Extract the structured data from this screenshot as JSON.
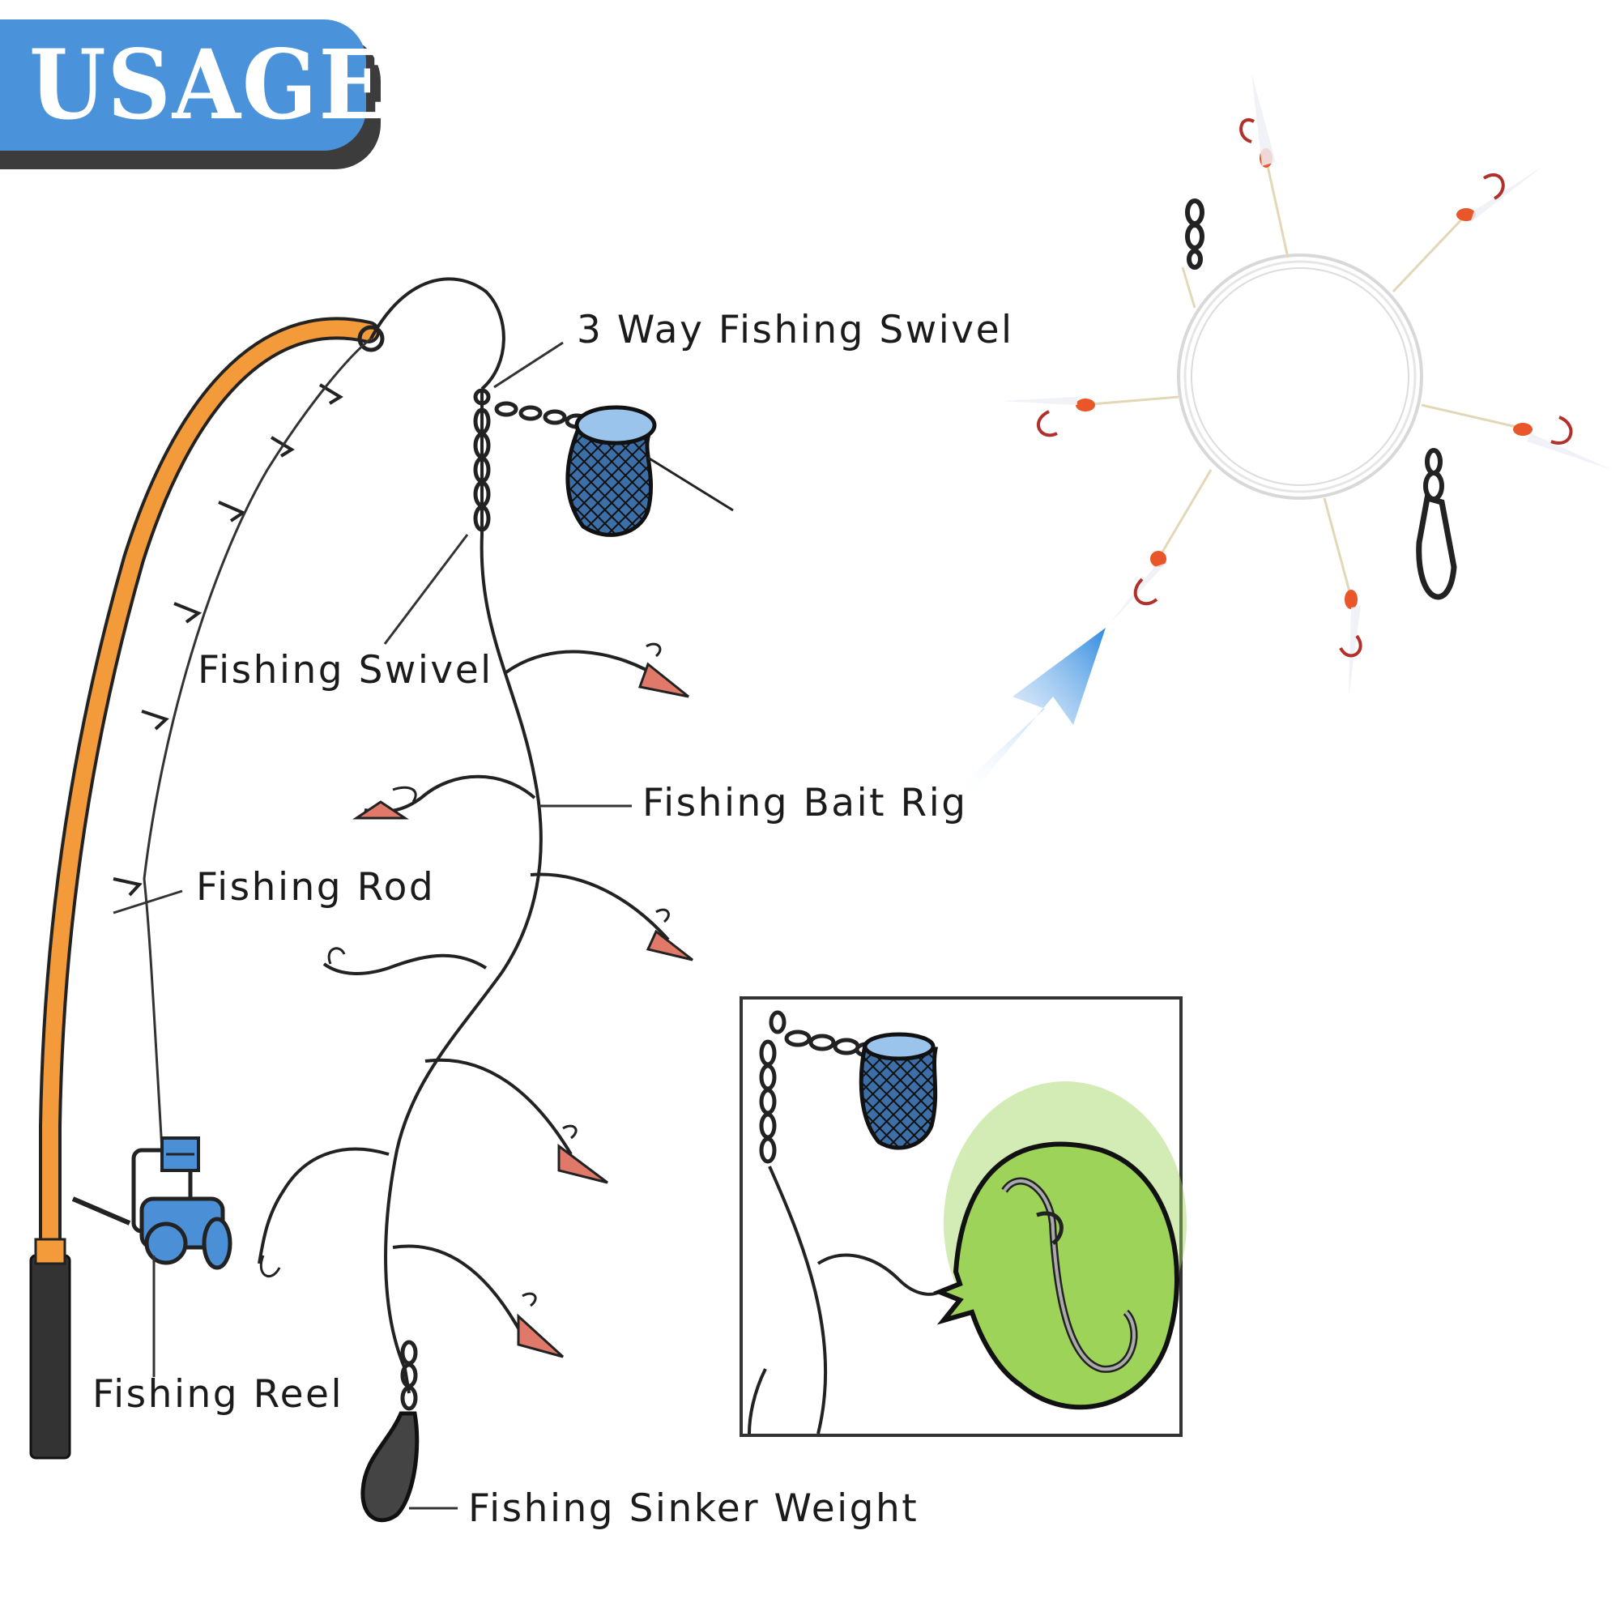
{
  "banner": {
    "title": "USAGE",
    "color": "#4a93db"
  },
  "labels": {
    "three_way_swivel": "3 Way Fishing Swivel",
    "fishing_swivel": "Fishing Swivel",
    "bait_rig": "Fishing Bait Rig",
    "fishing_rod": "Fishing Rod",
    "fishing_reel": "Fishing Reel",
    "sinker_weight": "Fishing Sinker Weight"
  },
  "colors": {
    "rod": "#f39a3a",
    "reel": "#4b8fd6",
    "bait_tip": "#e0796a",
    "highlight": "#9ed35a",
    "bead": "#e8562a"
  },
  "icons": [
    "fishing-rod-icon",
    "fishing-reel-icon",
    "swivel-icon",
    "net-basket-icon",
    "hook-icon",
    "sinker-icon",
    "arrow-icon"
  ]
}
